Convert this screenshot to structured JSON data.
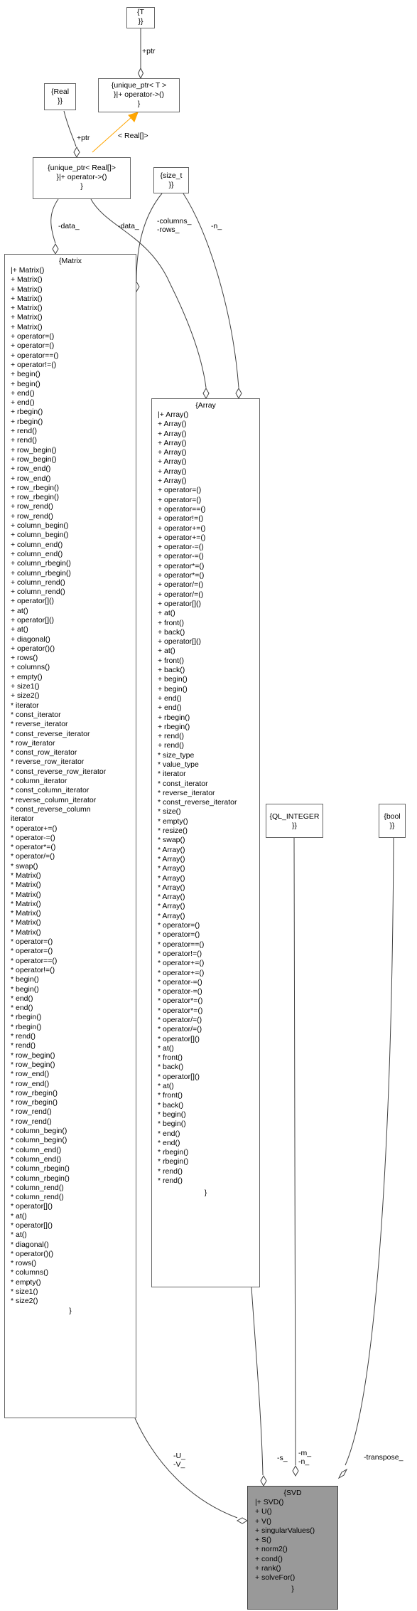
{
  "nodes": {
    "t": {
      "title": "{T\n}}"
    },
    "unique_ptr_t": {
      "title": "{unique_ptr< T >\n}|+ operator->()\n}"
    },
    "real": {
      "title": "{Real\n}}"
    },
    "unique_ptr_real": {
      "title": "{unique_ptr< Real[]>\n}|+ operator->()\n}"
    },
    "size_t": {
      "title": "{size_t\n}}"
    },
    "ql_integer": {
      "title": "{QL_INTEGER\n}}"
    },
    "bool": {
      "title": "{bool\n}}"
    },
    "matrix": {
      "title": "{Matrix",
      "members": [
        "|+ Matrix()",
        "+ Matrix()",
        "+ Matrix()",
        "+ Matrix()",
        "+ Matrix()",
        "+ Matrix()",
        "+ Matrix()",
        "+ operator=()",
        "+ operator=()",
        "+ operator==()",
        "+ operator!=()",
        "+ begin()",
        "+ begin()",
        "+ end()",
        "+ end()",
        "+ rbegin()",
        "+ rbegin()",
        "+ rend()",
        "+ rend()",
        "+ row_begin()",
        "+ row_begin()",
        "+ row_end()",
        "+ row_end()",
        "+ row_rbegin()",
        "+ row_rbegin()",
        "+ row_rend()",
        "+ row_rend()",
        "+ column_begin()",
        "+ column_begin()",
        "+ column_end()",
        "+ column_end()",
        "+ column_rbegin()",
        "+ column_rbegin()",
        "+ column_rend()",
        "+ column_rend()",
        "+ operator[]()",
        "+ at()",
        "+ operator[]()",
        "+ at()",
        "+ diagonal()",
        "+ operator()()",
        "+ rows()",
        "+ columns()",
        "+ empty()",
        "+ size1()",
        "+ size2()",
        "* iterator",
        "* const_iterator",
        "* reverse_iterator",
        "* const_reverse_iterator",
        "* row_iterator",
        "* const_row_iterator",
        "* reverse_row_iterator",
        "* const_reverse_row_iterator",
        "* column_iterator",
        "* const_column_iterator",
        "* reverse_column_iterator",
        "* const_reverse_column",
        "  iterator",
        "* operator+=()",
        "* operator-=()",
        "* operator*=()",
        "* operator/=()",
        "* swap()",
        "* Matrix()",
        "* Matrix()",
        "* Matrix()",
        "* Matrix()",
        "* Matrix()",
        "* Matrix()",
        "* Matrix()",
        "* operator=()",
        "* operator=()",
        "* operator==()",
        "* operator!=()",
        "* begin()",
        "* begin()",
        "* end()",
        "* end()",
        "* rbegin()",
        "* rbegin()",
        "* rend()",
        "* rend()",
        "* row_begin()",
        "* row_begin()",
        "* row_end()",
        "* row_end()",
        "* row_rbegin()",
        "* row_rbegin()",
        "* row_rend()",
        "* row_rend()",
        "* column_begin()",
        "* column_begin()",
        "* column_end()",
        "* column_end()",
        "* column_rbegin()",
        "* column_rbegin()",
        "* column_rend()",
        "* column_rend()",
        "* operator[]()",
        "* at()",
        "* operator[]()",
        "* at()",
        "* diagonal()",
        "* operator()()",
        "* rows()",
        "* columns()",
        "* empty()",
        "* size1()",
        "* size2()"
      ],
      "close": "}"
    },
    "array": {
      "title": "{Array",
      "members": [
        "|+ Array()",
        "+ Array()",
        "+ Array()",
        "+ Array()",
        "+ Array()",
        "+ Array()",
        "+ Array()",
        "+ Array()",
        "+ operator=()",
        "+ operator=()",
        "+ operator==()",
        "+ operator!=()",
        "+ operator+=()",
        "+ operator+=()",
        "+ operator-=()",
        "+ operator-=()",
        "+ operator*=()",
        "+ operator*=()",
        "+ operator/=()",
        "+ operator/=()",
        "+ operator[]()",
        "+ at()",
        "+ front()",
        "+ back()",
        "+ operator[]()",
        "+ at()",
        "+ front()",
        "+ back()",
        "+ begin()",
        "+ begin()",
        "+ end()",
        "+ end()",
        "+ rbegin()",
        "+ rbegin()",
        "+ rend()",
        "+ rend()",
        "* size_type",
        "* value_type",
        "* iterator",
        "* const_iterator",
        "* reverse_iterator",
        "* const_reverse_iterator",
        "* size()",
        "* empty()",
        "* resize()",
        "* swap()",
        "* Array()",
        "* Array()",
        "* Array()",
        "* Array()",
        "* Array()",
        "* Array()",
        "* Array()",
        "* Array()",
        "* operator=()",
        "* operator=()",
        "* operator==()",
        "* operator!=()",
        "* operator+=()",
        "* operator+=()",
        "* operator-=()",
        "* operator-=()",
        "* operator*=()",
        "* operator*=()",
        "* operator/=()",
        "* operator/=()",
        "* operator[]()",
        "* at()",
        "* front()",
        "* back()",
        "* operator[]()",
        "* at()",
        "* front()",
        "* back()",
        "* begin()",
        "* begin()",
        "* end()",
        "* end()",
        "* rbegin()",
        "* rbegin()",
        "* rend()",
        "* rend()"
      ],
      "close": "}"
    },
    "svd": {
      "title": "{SVD",
      "members": [
        "|+ SVD()",
        "+ U()",
        "+ V()",
        "+ singularValues()",
        "+ S()",
        "+ norm2()",
        "+ cond()",
        "+ rank()",
        "+ solveFor()"
      ],
      "close": "}"
    }
  },
  "edge_labels": {
    "ptr_t": "+ptr",
    "real_template": "< Real[]>",
    "ptr_real": "+ptr",
    "data_matrix": "-data_",
    "data_array": "-data_",
    "columns_rows": "-columns_\n-rows_",
    "n_array": "-n_",
    "u_v": "-U_\n-V_",
    "s": "-s_",
    "m_n": "-m_\n-n_",
    "transpose": "-transpose_"
  },
  "colors": {
    "edge": "#404040",
    "template_edge": "#ffa500",
    "svd_fill": "#999999",
    "node_border": "#666666"
  }
}
